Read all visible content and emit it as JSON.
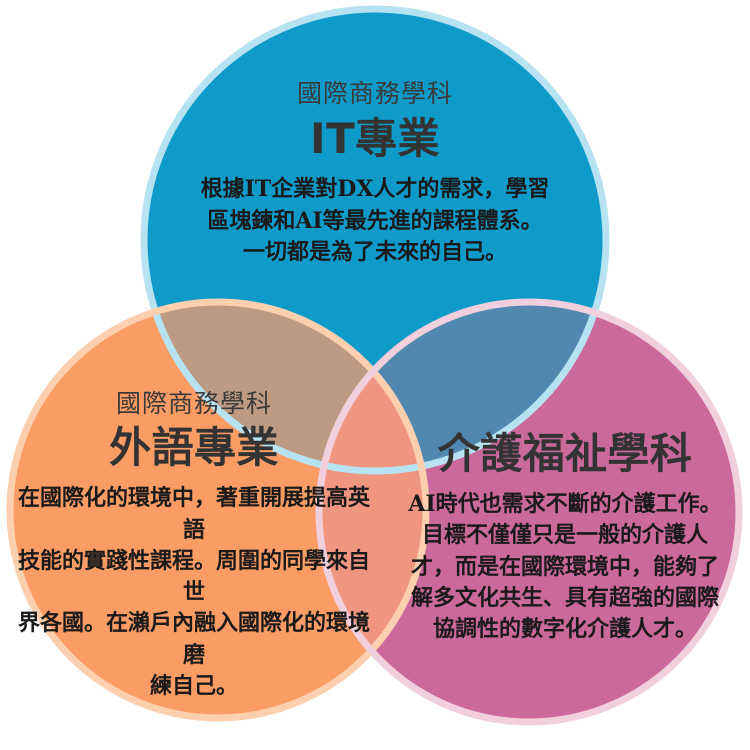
{
  "diagram": {
    "type": "venn-three-circle",
    "background_color": "#ffffff",
    "center_gap_color": "#ffffff"
  },
  "circles": {
    "it": {
      "fill_color": "#0e9bc9",
      "stroke_color": "#b7e2f2",
      "department": "國際商務學科",
      "major": "IT專業",
      "body_lines": [
        "根據IT企業對DX人才的需求，學習",
        "區塊鍊和AI等最先進的課程體系。",
        "一切都是為了未來的自己。"
      ]
    },
    "foreign": {
      "fill_color": "#fa9c64",
      "stroke_color": "#fccfae",
      "department": "國際商務學科",
      "major": "外語專業",
      "body_lines": [
        "在國際化的環境中，著重開展提高英語",
        "技能的實踐性課程。周圍的同學來自世",
        "界各國。在瀨戶內融入國際化的環境磨",
        "練自己。"
      ]
    },
    "care": {
      "fill_color": "#cb689c",
      "stroke_color": "#f2cfdd",
      "department": "",
      "major": "介護福祉學科",
      "body_lines": [
        "AI時代也需求不斷的介護工作。",
        "目標不僅僅只是一般的介護人",
        "才，而是在國際環境中，能夠了",
        "解多文化共生、具有超強的國際",
        "協調性的數字化介護人才。"
      ]
    }
  },
  "overlaps": {
    "it_foreign_color": "#bd9a81",
    "it_care_color": "#5088b0",
    "foreign_care_color": "#f0957f"
  },
  "text_colors": {
    "department": "#3a3a3a",
    "major": "#333333",
    "body": "#1a1a1a"
  }
}
